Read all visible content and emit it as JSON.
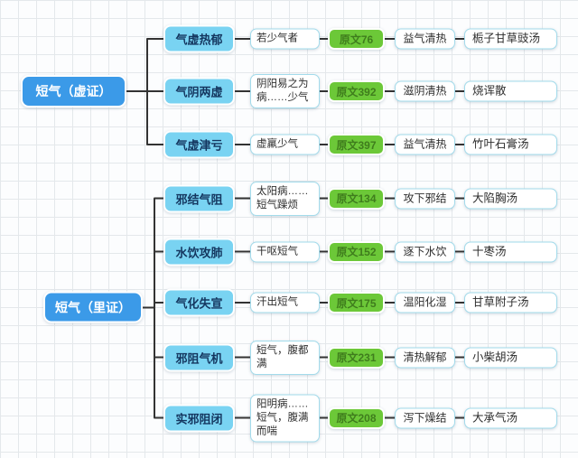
{
  "palette": {
    "bg": "#fcfdfe",
    "grid": "#e4e8eb",
    "root_blue": "#3b9ae8",
    "branch_cyan": "#79d3f2",
    "leaf_green": "#6cc838",
    "cyan_text": "#14365f",
    "green_text": "#3f7d1d",
    "box_border": "#a3dbeb",
    "box_text": "#2e2e2e",
    "line": "#333333"
  },
  "sections": [
    {
      "root": "短气（虚证）",
      "rows": [
        {
          "branch": "气虚热郁",
          "symptom": "若少气者",
          "ref": "原文76",
          "method": "益气清热",
          "formula": "栀子甘草豉汤"
        },
        {
          "branch": "气阴两虚",
          "symptom": "阴阳易之为病……少气",
          "ref": "原文392",
          "method": "滋阴清热",
          "formula": "烧诨散"
        },
        {
          "branch": "气虚津亏",
          "symptom": "虚羸少气",
          "ref": "原文397",
          "method": "益气清热",
          "formula": "竹叶石膏汤"
        }
      ]
    },
    {
      "root": "短气（里证）",
      "rows": [
        {
          "branch": "邪结气阻",
          "symptom": "太阳病……短气躁烦",
          "ref": "原文134",
          "method": "攻下邪结",
          "formula": "大陷胸汤"
        },
        {
          "branch": "水饮攻肺",
          "symptom": "干呕短气",
          "ref": "原文152",
          "method": "逐下水饮",
          "formula": "十枣汤"
        },
        {
          "branch": "气化失宣",
          "symptom": "汗出短气",
          "ref": "原文175",
          "method": "温阳化湿",
          "formula": "甘草附子汤"
        },
        {
          "branch": "邪阻气机",
          "symptom": "短气，腹都满",
          "ref": "原文231",
          "method": "清热解郁",
          "formula": "小柴胡汤"
        },
        {
          "branch": "实邪阻闭",
          "symptom": "阳明病……短气，腹满而喘",
          "ref": "原文208",
          "method": "泻下燥结",
          "formula": "大承气汤"
        }
      ]
    }
  ]
}
